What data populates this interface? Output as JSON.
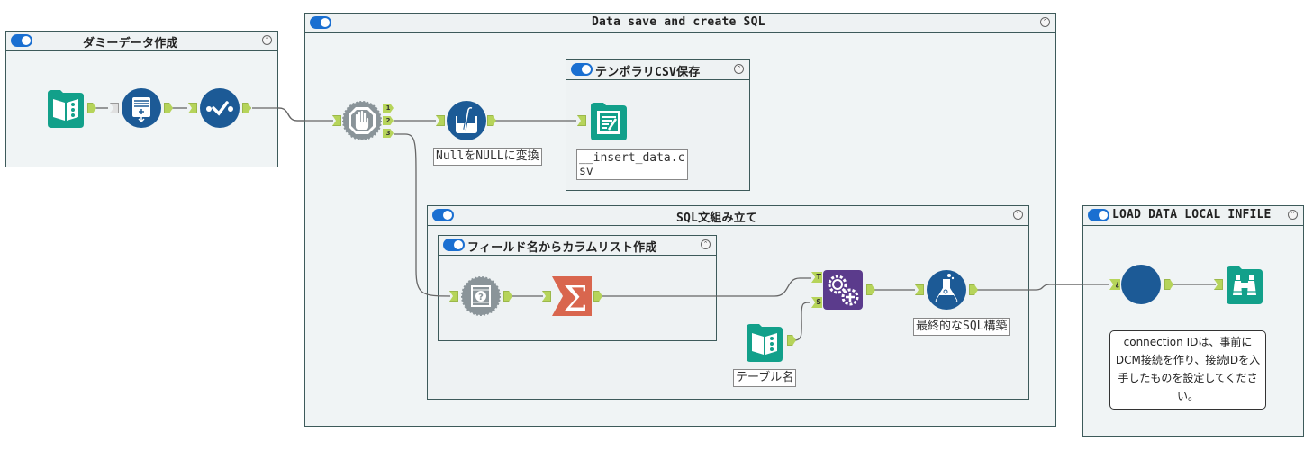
{
  "containers": {
    "dummy_data": {
      "title": "ダミーデータ作成",
      "enabled": true,
      "collapse_icon": "chevron-up-icon"
    },
    "data_save_sql": {
      "title": "Data save and create SQL",
      "enabled": true,
      "collapse_icon": "chevron-up-icon"
    },
    "temp_csv": {
      "title": "テンポラリCSV保存",
      "enabled": true,
      "collapse_icon": "chevron-up-icon"
    },
    "sql_build": {
      "title": "SQL文組み立て",
      "enabled": true,
      "collapse_icon": "chevron-up-icon"
    },
    "column_list": {
      "title": "フィールド名からカラムリスト作成",
      "enabled": true,
      "collapse_icon": "chevron-up-icon"
    },
    "load_data": {
      "title": "LOAD DATA LOCAL INFILE",
      "enabled": true,
      "collapse_icon": "chevron-up-icon"
    }
  },
  "tools": {
    "text_input_1": {
      "icon": "text-input-icon",
      "color": "#12a08a"
    },
    "generate_rows": {
      "icon": "generate-rows-icon",
      "color": "#1c5a96"
    },
    "auto_field": {
      "icon": "auto-field-icon",
      "color": "#1c5a96"
    },
    "control_param": {
      "icon": "control-hand-icon",
      "color": "#8a9499",
      "anchors": [
        "1",
        "2",
        "3"
      ]
    },
    "data_cleansing": {
      "icon": "data-cleansing-icon",
      "color": "#1c5a96",
      "label": "NullをNULLに変換"
    },
    "output_csv": {
      "icon": "output-data-icon",
      "color": "#12a08a",
      "label": "__insert_data.csv"
    },
    "field_info": {
      "icon": "field-info-icon",
      "color": "#8a9499"
    },
    "summarize": {
      "icon": "summarize-icon",
      "color": "#d9664e"
    },
    "append_fields": {
      "icon": "append-fields-icon",
      "color": "#5b3b8c",
      "anchors": [
        "T",
        "S"
      ]
    },
    "text_input_2": {
      "icon": "text-input-icon",
      "color": "#12a08a",
      "label": "テーブル名"
    },
    "formula": {
      "icon": "formula-icon",
      "color": "#1c5a96",
      "label": "最終的なSQL構築"
    },
    "macro_tool": {
      "icon": "macro-circle-icon",
      "color": "#1c5a96",
      "anchor": "¿"
    },
    "browse": {
      "icon": "browse-binoculars-icon",
      "color": "#12a08a"
    }
  },
  "comment": {
    "text": "connection IDは、事前にDCM接続を作り、接続IDを入手したものを設定してください。"
  },
  "colors": {
    "anchor": "#b6d45a",
    "container_border": "#3d5a5a",
    "canvas": "#eef2f3",
    "toggle": "#1a6fd1"
  }
}
